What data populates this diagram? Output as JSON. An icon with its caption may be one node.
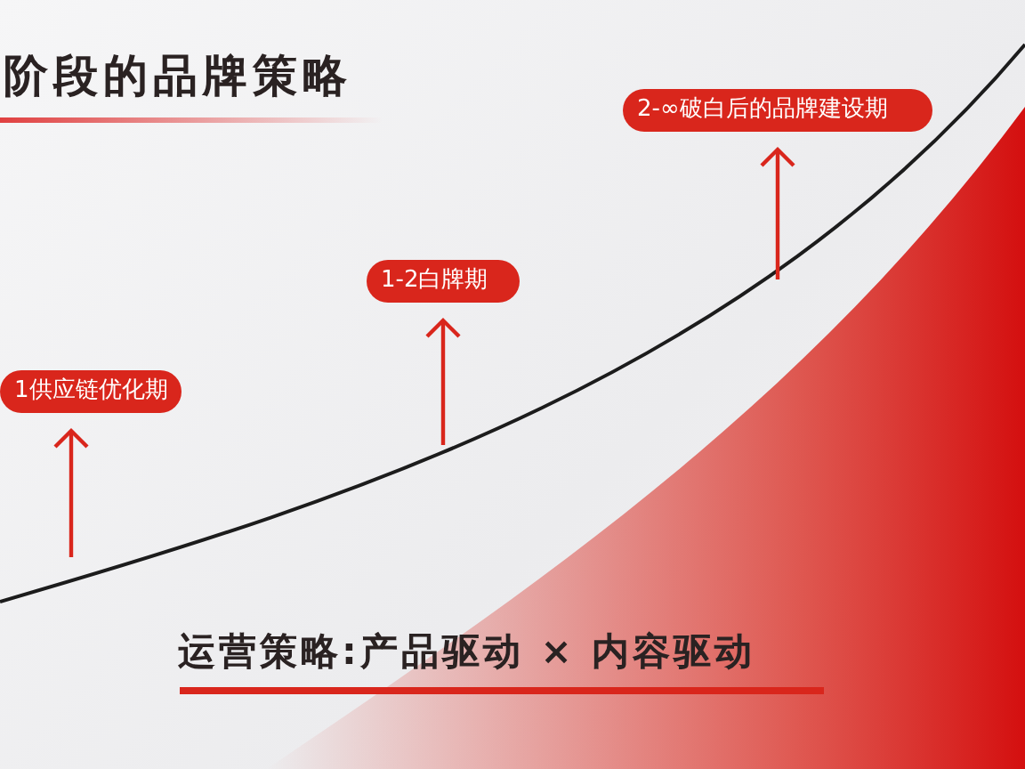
{
  "diagram": {
    "title": "阶段的品牌策略",
    "nodes": [
      {
        "text": [
          "1供应链优化期"
        ]
      },
      {
        "text": [
          "1-2白牌期"
        ]
      },
      {
        "text": [
          "2-∞破白后的品牌建设期"
        ]
      }
    ],
    "edges": [
      {
        "from": null,
        "to": 0,
        "arrow": "to"
      },
      {
        "from": null,
        "to": 1,
        "arrow": "to"
      },
      {
        "from": null,
        "to": 2,
        "arrow": "to"
      }
    ],
    "labels": [
      "运营策略:产品驱动 × 内容驱动"
    ]
  }
}
